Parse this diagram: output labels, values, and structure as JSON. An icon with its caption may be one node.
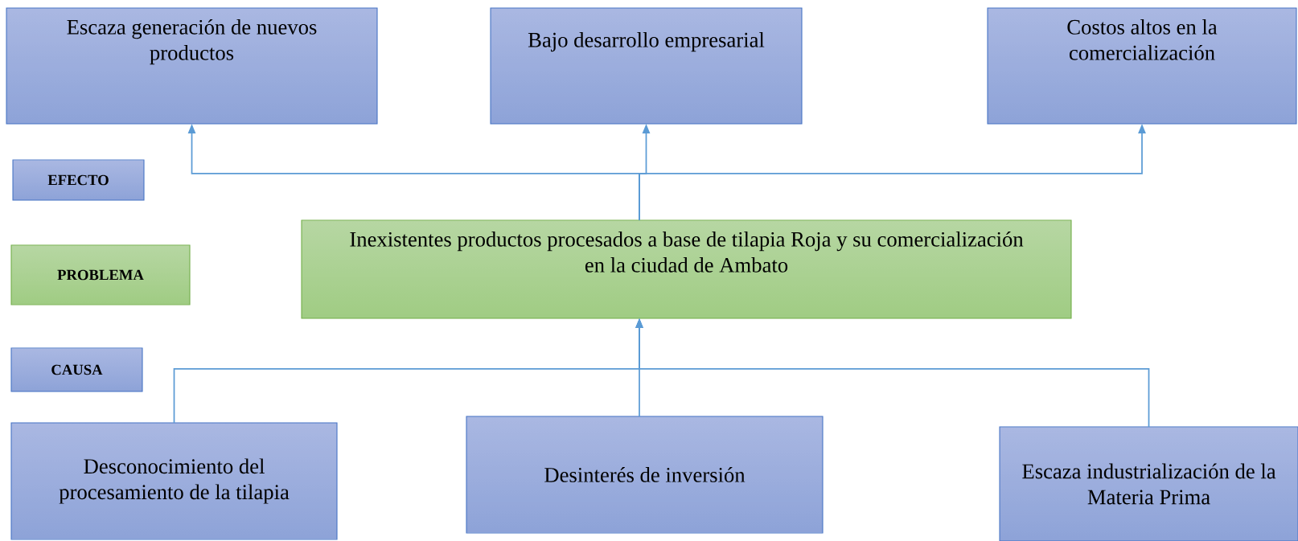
{
  "diagram": {
    "nodes": [
      {
        "text": [
          "Escaza generación de nuevos productos"
        ]
      },
      {
        "text": [
          "Bajo desarrollo empresarial"
        ]
      },
      {
        "text": [
          "Costos altos en la comercialización"
        ]
      },
      {
        "text": [
          "EFECTO"
        ]
      },
      {
        "text": [
          "PROBLEMA"
        ]
      },
      {
        "text": [
          "Inexistentes productos procesados a base de tilapia Roja y su comercialización en la ciudad de Ambato"
        ]
      },
      {
        "text": [
          "CAUSA"
        ]
      },
      {
        "text": [
          "Desconocimiento del procesamiento de la tilapia"
        ]
      },
      {
        "text": [
          "Desinterés de inversión"
        ]
      },
      {
        "text": [
          "Escaza industrialización de la Materia Prima"
        ]
      }
    ],
    "edges": [
      {
        "from": 5,
        "to": 0,
        "arrow": "to"
      },
      {
        "from": 5,
        "to": 1,
        "arrow": "to"
      },
      {
        "from": 5,
        "to": 2,
        "arrow": "to"
      },
      {
        "from": 7,
        "to": 5,
        "arrow": "to"
      },
      {
        "from": 8,
        "to": 5,
        "arrow": "to"
      },
      {
        "from": 9,
        "to": 5,
        "arrow": "to"
      }
    ]
  }
}
